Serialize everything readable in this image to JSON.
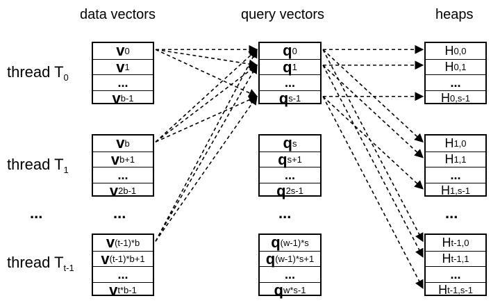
{
  "headers": {
    "data": "data vectors",
    "query": "query vectors",
    "heaps": "heaps"
  },
  "threads": [
    {
      "name": "thread T",
      "sub": "0"
    },
    {
      "name": "thread T",
      "sub": "1"
    },
    {
      "name": "thread T",
      "sub": "t-1"
    }
  ],
  "ellipsis": "...",
  "data_groups": [
    [
      {
        "v": "v",
        "s": "0"
      },
      {
        "v": "v",
        "s": "1"
      },
      {
        "v": "...",
        "s": ""
      },
      {
        "v": "v",
        "s": "b-1"
      }
    ],
    [
      {
        "v": "v",
        "s": "b"
      },
      {
        "v": "v",
        "s": "b+1"
      },
      {
        "v": "...",
        "s": ""
      },
      {
        "v": "v",
        "s": "2b-1"
      }
    ],
    [
      {
        "v": "v",
        "s": "(t-1)*b"
      },
      {
        "v": "v",
        "s": "(t-1)*b+1"
      },
      {
        "v": "...",
        "s": ""
      },
      {
        "v": "v",
        "s": "t*b-1"
      }
    ]
  ],
  "query_groups": [
    [
      {
        "v": "q",
        "s": "0"
      },
      {
        "v": "q",
        "s": "1"
      },
      {
        "v": "...",
        "s": ""
      },
      {
        "v": "q",
        "s": "s-1"
      }
    ],
    [
      {
        "v": "q",
        "s": "s"
      },
      {
        "v": "q",
        "s": "s+1"
      },
      {
        "v": "...",
        "s": ""
      },
      {
        "v": "q",
        "s": "2s-1"
      }
    ],
    [
      {
        "v": "q",
        "s": "(w-1)*s"
      },
      {
        "v": "q",
        "s": "(w-1)*s+1"
      },
      {
        "v": "...",
        "s": ""
      },
      {
        "v": "q",
        "s": "w*s-1"
      }
    ]
  ],
  "heap_groups": [
    [
      {
        "v": "H",
        "s": "0,0"
      },
      {
        "v": "H",
        "s": "0,1"
      },
      {
        "v": "...",
        "s": ""
      },
      {
        "v": "H",
        "s": "0,s-1"
      }
    ],
    [
      {
        "v": "H",
        "s": "1,0"
      },
      {
        "v": "H",
        "s": "1,1"
      },
      {
        "v": "...",
        "s": ""
      },
      {
        "v": "H",
        "s": "1,s-1"
      }
    ],
    [
      {
        "v": "H",
        "s": "t-1,0"
      },
      {
        "v": "H",
        "s": "t-1,1"
      },
      {
        "v": "...",
        "s": ""
      },
      {
        "v": "H",
        "s": "t-1,s-1"
      }
    ]
  ],
  "edges_data_to_query": [
    [
      "d0_0",
      "q0_0"
    ],
    [
      "d0_0",
      "q0_1"
    ],
    [
      "d0_0",
      "q0_3"
    ],
    [
      "d1_0",
      "q0_0"
    ],
    [
      "d1_0",
      "q0_1"
    ],
    [
      "d1_0",
      "q0_3"
    ],
    [
      "d2_0",
      "q0_0"
    ],
    [
      "d2_0",
      "q0_1"
    ],
    [
      "d2_0",
      "q0_3"
    ]
  ],
  "edges_query_to_heap": [
    [
      "q0_0",
      "h0_0"
    ],
    [
      "q0_1",
      "h0_1"
    ],
    [
      "q0_3",
      "h0_3"
    ],
    [
      "q0_0",
      "h1_0"
    ],
    [
      "q0_1",
      "h1_1"
    ],
    [
      "q0_3",
      "h1_3"
    ],
    [
      "q0_0",
      "h2_0"
    ],
    [
      "q0_1",
      "h2_1"
    ],
    [
      "q0_3",
      "h2_3"
    ]
  ]
}
